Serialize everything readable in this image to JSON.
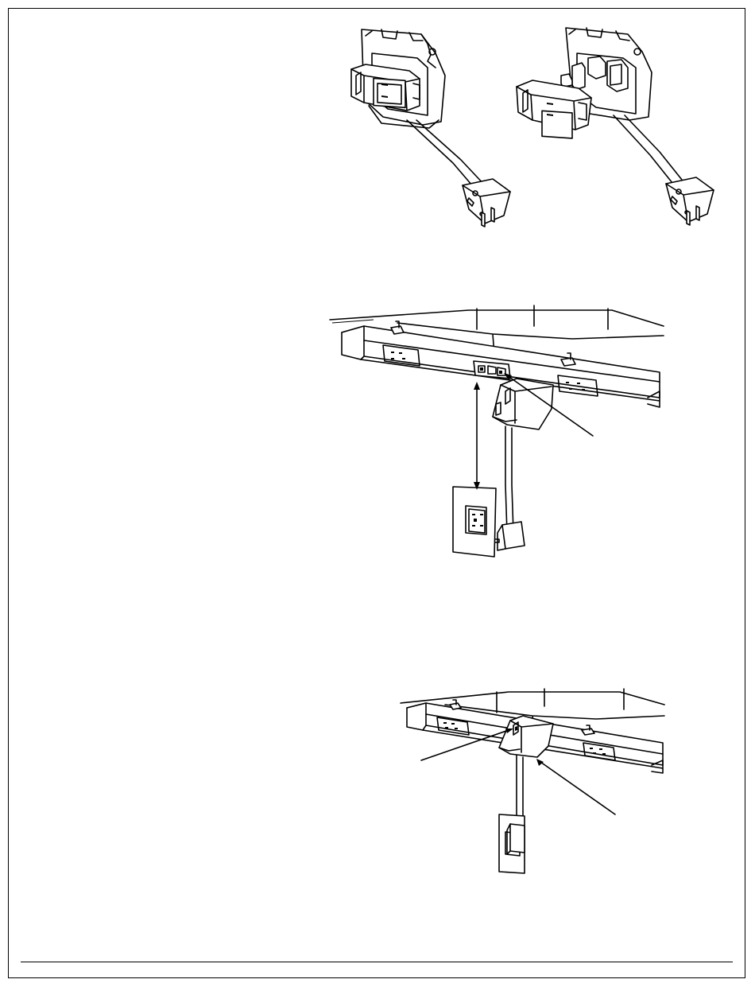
{
  "figures": [
    {
      "id": "figure-1",
      "description_text": ""
    },
    {
      "id": "figure-2",
      "description_text": ""
    },
    {
      "id": "figure-3",
      "description_text": ""
    }
  ]
}
